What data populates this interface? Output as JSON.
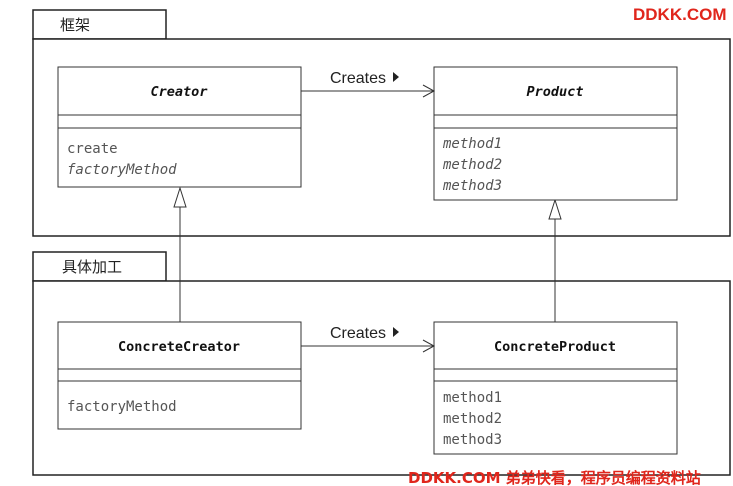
{
  "watermark": {
    "top": "DDKK.COM",
    "bottom": "DDKK.COM 弟弟快看，程序员编程资料站",
    "color": "#e0261c"
  },
  "packages": {
    "framework": {
      "label": "框架"
    },
    "concrete": {
      "label": "具体加工"
    }
  },
  "classes": {
    "creator": {
      "name": "Creator",
      "abstract": true,
      "members": [
        "create",
        "factoryMethod"
      ],
      "members_abstract": [
        false,
        true
      ]
    },
    "product": {
      "name": "Product",
      "abstract": true,
      "members": [
        "method1",
        "method2",
        "method3"
      ],
      "members_abstract": [
        true,
        true,
        true
      ]
    },
    "concrete_creator": {
      "name": "ConcreteCreator",
      "abstract": false,
      "members": [
        "factoryMethod"
      ],
      "members_abstract": [
        false
      ]
    },
    "concrete_product": {
      "name": "ConcreteProduct",
      "abstract": false,
      "members": [
        "method1",
        "method2",
        "method3"
      ],
      "members_abstract": [
        false,
        false,
        false
      ]
    }
  },
  "relations": {
    "creates_top": {
      "label": "Creates",
      "direction_icon": "triangle-right-icon"
    },
    "creates_bottom": {
      "label": "Creates",
      "direction_icon": "triangle-right-icon"
    },
    "inherit_creator": {
      "type": "generalization"
    },
    "inherit_product": {
      "type": "generalization"
    }
  }
}
